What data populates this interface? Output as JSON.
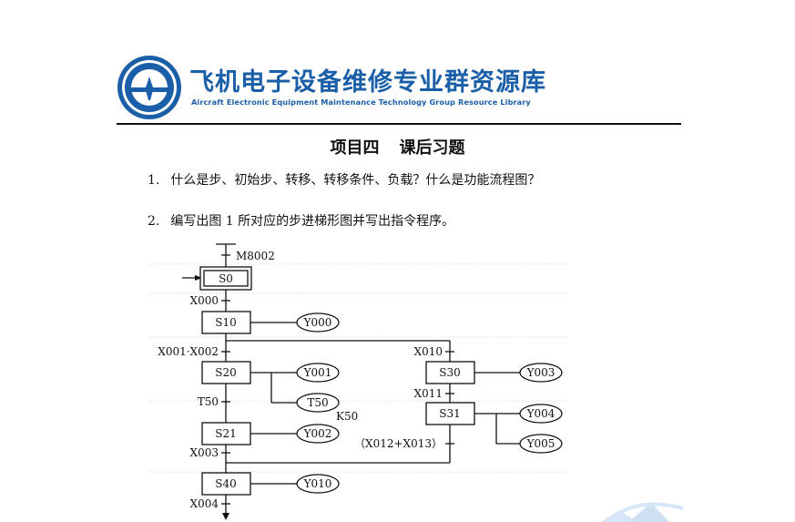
{
  "header": {
    "logo_icon": "aircraft-seal-icon",
    "brand_cn": "飞机电子设备维修专业群资源库",
    "brand_en": "Aircraft Electronic Equipment Maintenance Technology Group Resource Library",
    "brand_color": "#1b5fa8"
  },
  "title": {
    "part1": "项目四",
    "part2": "课后习题"
  },
  "questions": [
    {
      "num": "1.",
      "text": "什么是步、初始步、转移、转移条件、负载？什么是功能流程图？"
    },
    {
      "num": "2.",
      "text": "编写出图 1 所对应的步进梯形图并写出指令程序。"
    }
  ],
  "diagram": {
    "init_condition": "M8002",
    "steps": {
      "s0": "S0",
      "s10": "S10",
      "s20": "S20",
      "s21": "S21",
      "s30": "S30",
      "s31": "S31",
      "s40": "S40"
    },
    "transitions": {
      "x000": "X000",
      "x001_x002": "X001·X002",
      "x010": "X010",
      "t50": "T50",
      "x011": "X011",
      "x003": "X003",
      "x012_x013": "（X012+X013）",
      "x004": "X004"
    },
    "outputs": {
      "y000": "Y000",
      "y001": "Y001",
      "t50": "T50",
      "k50": "K50",
      "y002": "Y002",
      "y003": "Y003",
      "y004": "Y004",
      "y005": "Y005",
      "y010": "Y010"
    }
  }
}
